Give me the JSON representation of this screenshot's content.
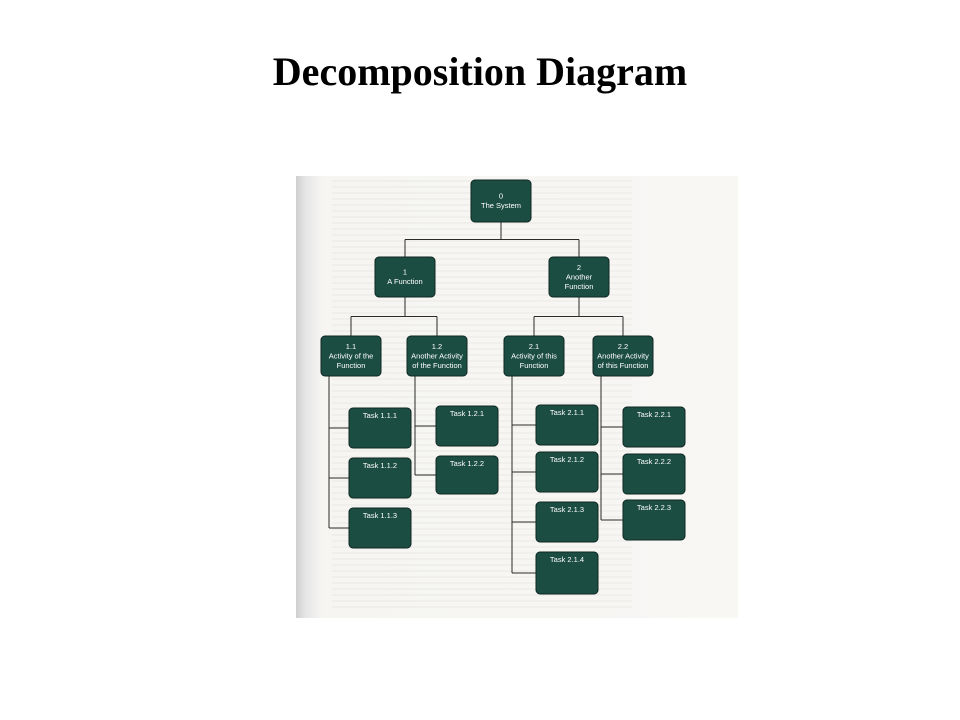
{
  "title": "Decomposition Diagram",
  "diagram": {
    "nodes": [
      {
        "id": "n0",
        "lines": [
          "0",
          "The System"
        ]
      },
      {
        "id": "n1",
        "lines": [
          "1",
          "A Function"
        ]
      },
      {
        "id": "n2",
        "lines": [
          "2",
          "Another",
          "Function"
        ]
      },
      {
        "id": "n11",
        "lines": [
          "1.1",
          "Activity of the",
          "Function"
        ]
      },
      {
        "id": "n12",
        "lines": [
          "1.2",
          "Another Activity",
          "of the Function"
        ]
      },
      {
        "id": "n21",
        "lines": [
          "2.1",
          "Activity of this",
          "Function"
        ]
      },
      {
        "id": "n22",
        "lines": [
          "2.2",
          "Another Activity",
          "of this Function"
        ]
      },
      {
        "id": "t111",
        "lines": [
          "Task  1.1.1"
        ]
      },
      {
        "id": "t112",
        "lines": [
          "Task  1.1.2"
        ]
      },
      {
        "id": "t113",
        "lines": [
          "Task  1.1.3"
        ]
      },
      {
        "id": "t121",
        "lines": [
          "Task  1.2.1"
        ]
      },
      {
        "id": "t122",
        "lines": [
          "Task  1.2.2"
        ]
      },
      {
        "id": "t211",
        "lines": [
          "Task  2.1.1"
        ]
      },
      {
        "id": "t212",
        "lines": [
          "Task  2.1.2"
        ]
      },
      {
        "id": "t213",
        "lines": [
          "Task  2.1.3"
        ]
      },
      {
        "id": "t214",
        "lines": [
          "Task  2.1.4"
        ]
      },
      {
        "id": "t221",
        "lines": [
          "Task  2.2.1"
        ]
      },
      {
        "id": "t222",
        "lines": [
          "Task  2.2.2"
        ]
      },
      {
        "id": "t223",
        "lines": [
          "Task  2.2.3"
        ]
      }
    ],
    "edges": [
      [
        "n0",
        "n1"
      ],
      [
        "n0",
        "n2"
      ],
      [
        "n1",
        "n11"
      ],
      [
        "n1",
        "n12"
      ],
      [
        "n2",
        "n21"
      ],
      [
        "n2",
        "n22"
      ],
      [
        "n11",
        "t111"
      ],
      [
        "n11",
        "t112"
      ],
      [
        "n11",
        "t113"
      ],
      [
        "n12",
        "t121"
      ],
      [
        "n12",
        "t122"
      ],
      [
        "n21",
        "t211"
      ],
      [
        "n21",
        "t212"
      ],
      [
        "n21",
        "t213"
      ],
      [
        "n21",
        "t214"
      ],
      [
        "n22",
        "t221"
      ],
      [
        "n22",
        "t222"
      ],
      [
        "n22",
        "t223"
      ]
    ],
    "colors": {
      "box_fill": "#1c4d43",
      "box_text": "#ffffff",
      "connector": "#2a2a2a"
    }
  }
}
